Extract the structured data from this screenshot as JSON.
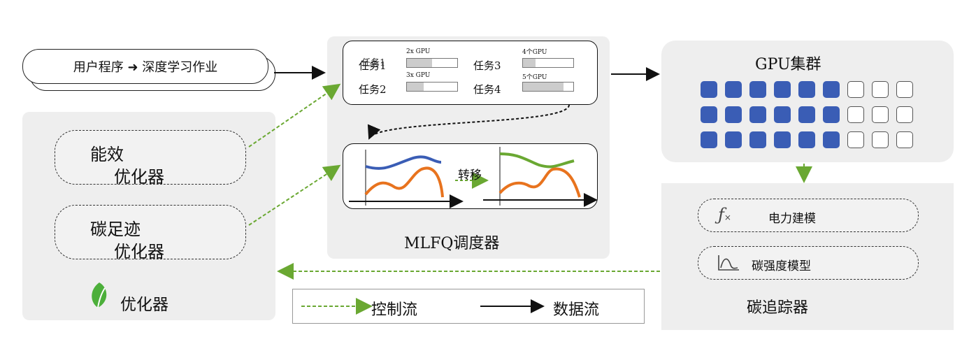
{
  "user": {
    "label": "用户程序 ➜ 深度学习作业"
  },
  "optimizer": {
    "energy_line1": "能效",
    "energy_line2": "优化器",
    "carbon_line1": "碳足迹",
    "carbon_line2": "优化器",
    "title": "优化器",
    "icon": "leaf-icon"
  },
  "scheduler": {
    "title": "MLFQ调度器",
    "tasks": [
      {
        "label": "任务1",
        "label_overlay": "任务1",
        "req": "2x GPU",
        "fill": 0.5
      },
      {
        "label": "任务2",
        "req": "3x GPU",
        "fill": 0.33
      },
      {
        "label": "任务3",
        "req": "4个GPU",
        "fill": 0.25
      },
      {
        "label": "任务4",
        "req": "5个GPU",
        "fill": 0.8
      }
    ],
    "transfer_label": "转移"
  },
  "cluster": {
    "title": "GPU集群",
    "rows": 3,
    "cols": 9,
    "used_per_row": 6,
    "used_color": "#3a5db5"
  },
  "tracker": {
    "title": "碳追踪器",
    "power_label": "电力建模",
    "power_icon": "function-icon",
    "intensity_label": "碳强度模型",
    "intensity_icon": "curve-icon"
  },
  "legend": {
    "control": "控制流",
    "data": "数据流",
    "control_color": "#6aa832"
  }
}
